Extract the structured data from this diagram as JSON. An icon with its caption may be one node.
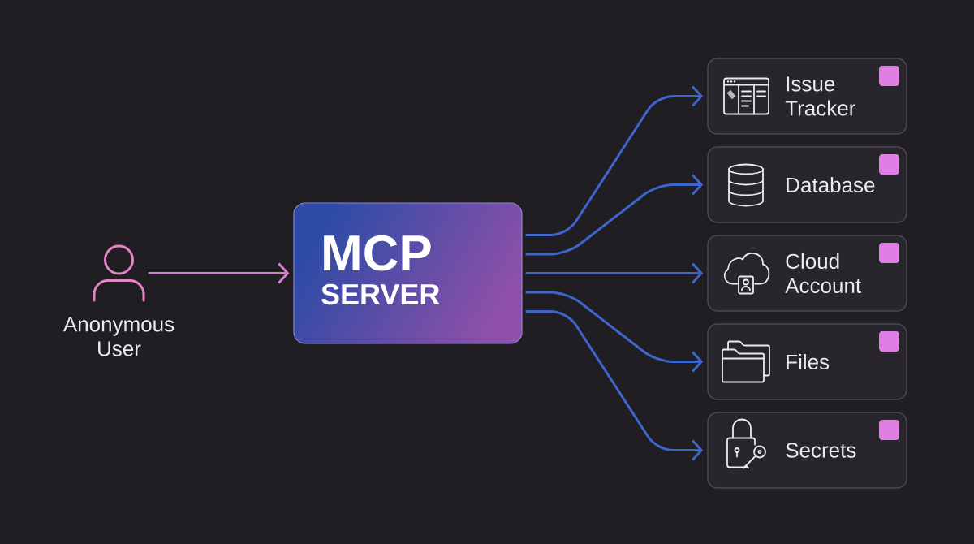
{
  "diagram": {
    "nodes": [
      {
        "text": [
          "Anonymous User"
        ]
      },
      {
        "text": [
          "MCP",
          "SERVER"
        ]
      },
      {
        "text": [
          "Issue Tracker"
        ]
      },
      {
        "text": [
          "Database"
        ]
      },
      {
        "text": [
          "Cloud Account"
        ]
      },
      {
        "text": [
          "Files"
        ]
      },
      {
        "text": [
          "Secrets"
        ]
      }
    ],
    "edges": [
      {
        "from": 0,
        "to": 1,
        "arrow": "to",
        "color": "#d97fd3"
      },
      {
        "from": 1,
        "to": 2,
        "arrow": "to"
      },
      {
        "from": 1,
        "to": 3,
        "arrow": "to"
      },
      {
        "from": 1,
        "to": 4,
        "arrow": "to"
      },
      {
        "from": 1,
        "to": 5,
        "arrow": "to"
      },
      {
        "from": 1,
        "to": 6,
        "arrow": "to"
      }
    ]
  }
}
